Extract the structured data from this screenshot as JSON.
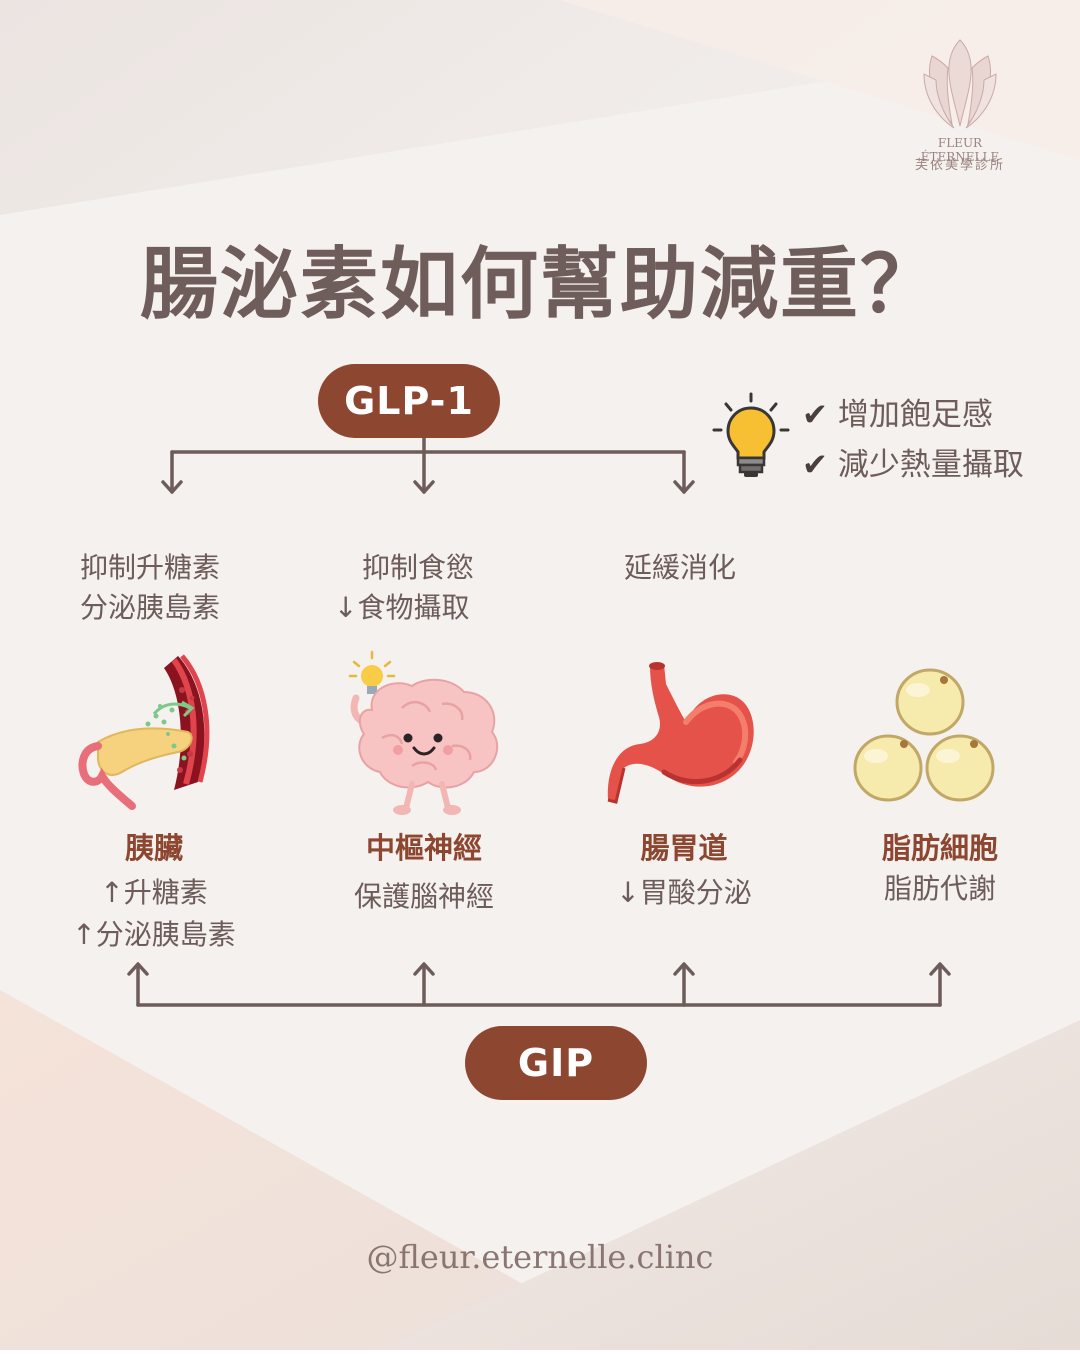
{
  "brand": {
    "name_en": "FLEUR ÉTERNELLE",
    "name_zh": "芙依美學診所",
    "handle": "@fleur.eternelle.clinc"
  },
  "title": "腸泌素如何幫助減重？",
  "glp1": {
    "label": "GLP-1",
    "benefits": [
      "增加飽足感",
      "減少熱量攝取"
    ],
    "check_mark": "✔",
    "effects": [
      {
        "line1": "抑制升糖素",
        "line2": "分泌胰島素"
      },
      {
        "line1": "抑制食慾",
        "line2": "↓食物攝取"
      },
      {
        "line1": "延緩消化",
        "line2": ""
      }
    ]
  },
  "gip": {
    "label": "GIP"
  },
  "organs": [
    {
      "name": "胰臟",
      "effect1": "↑升糖素",
      "effect2": "↑分泌胰島素",
      "icon": "pancreas-icon"
    },
    {
      "name": "中樞神經",
      "effect1": "保護腦神經",
      "effect2": "",
      "icon": "brain-icon"
    },
    {
      "name": "腸胃道",
      "effect1": "↓胃酸分泌",
      "effect2": "",
      "icon": "stomach-icon"
    },
    {
      "name": "脂肪細胞",
      "effect1": "脂肪代謝",
      "effect2": "",
      "icon": "fat-cells-icon"
    }
  ],
  "colors": {
    "accent": "#8d4630",
    "text": "#6d5c59",
    "line": "#6d5c59",
    "background": "#f4f1ef"
  }
}
